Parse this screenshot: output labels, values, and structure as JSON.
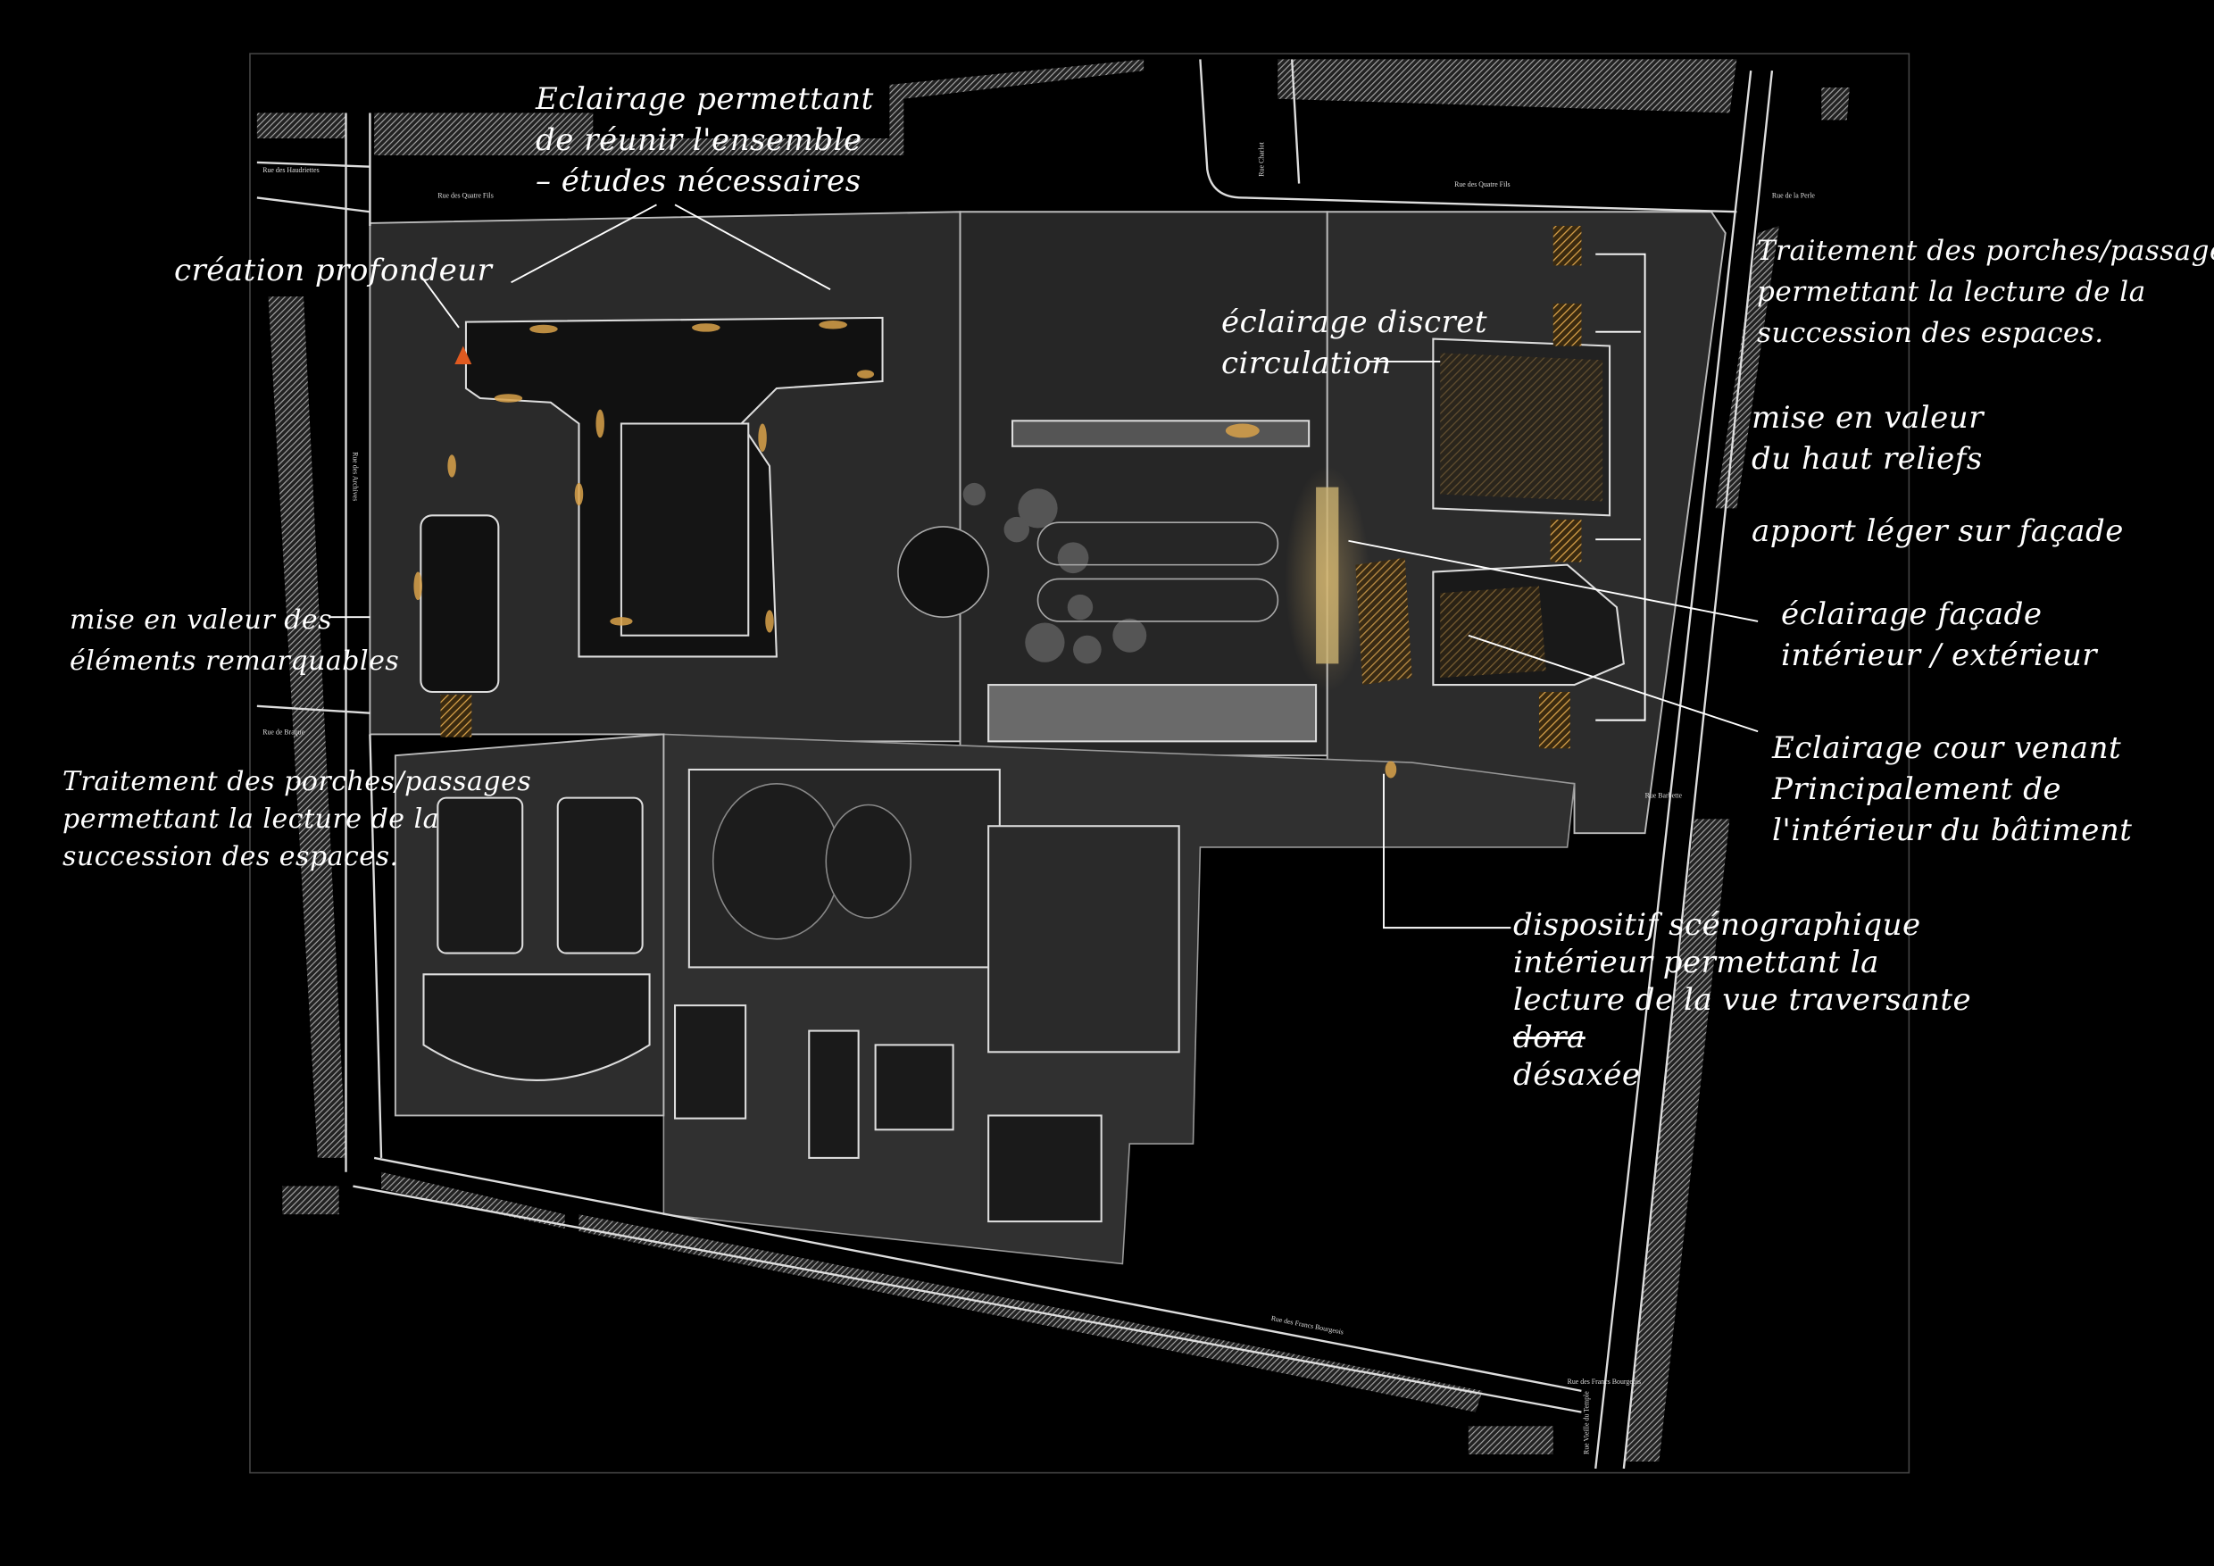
{
  "title": "Plan de mise en lumière",
  "annotations": {
    "ensemble": [
      "Eclairage permettant",
      "de réunir l'ensemble",
      "– études nécessaires"
    ],
    "profondeur": [
      "création profondeur"
    ],
    "circulation": [
      "éclairage discret",
      "circulation"
    ],
    "porches_right": [
      "Traitement des porches/passages",
      "permettant la lecture de la",
      "succession des espaces."
    ],
    "haut_relief": [
      "mise en valeur",
      "du haut reliefs"
    ],
    "facade_leger": [
      "apport léger sur façade"
    ],
    "facade_int_ext": [
      "éclairage façade",
      "intérieur / extérieur"
    ],
    "cour": [
      "Eclairage cour venant",
      "Principalement de",
      "l'intérieur du bâtiment"
    ],
    "scenographique": [
      "dispositif scénographique",
      "intérieur permettant la",
      "lecture de la vue traversante",
      "dora",
      "désaxée"
    ],
    "elements": [
      "mise en valeur des",
      "éléments remarquables"
    ],
    "porches_left": [
      "Traitement des porches/passages",
      "permettant la lecture de la",
      "succession des espaces."
    ]
  },
  "streets": {
    "quatre_fils_1": "Rue des Quatre Fils",
    "quatre_fils_2": "Rue des Quatre Fils",
    "haudriettes": "Rue des Haudriettes",
    "charlot": "Rue Charlot",
    "perle": "Rue de la Perle",
    "braque": "Rue de Braque",
    "archives": "Rue des Archives",
    "francs_bourgeois_1": "Rue des Francs Bourgeois",
    "francs_bourgeois_2": "Rue des Francs Bourgeois",
    "vieille_du_temple": "Rue Vieille du Temple",
    "barbette": "Rue Barbette"
  },
  "colors": {
    "background": "#000000",
    "plan": "#2b2b2b",
    "light": "#d9a24a"
  }
}
